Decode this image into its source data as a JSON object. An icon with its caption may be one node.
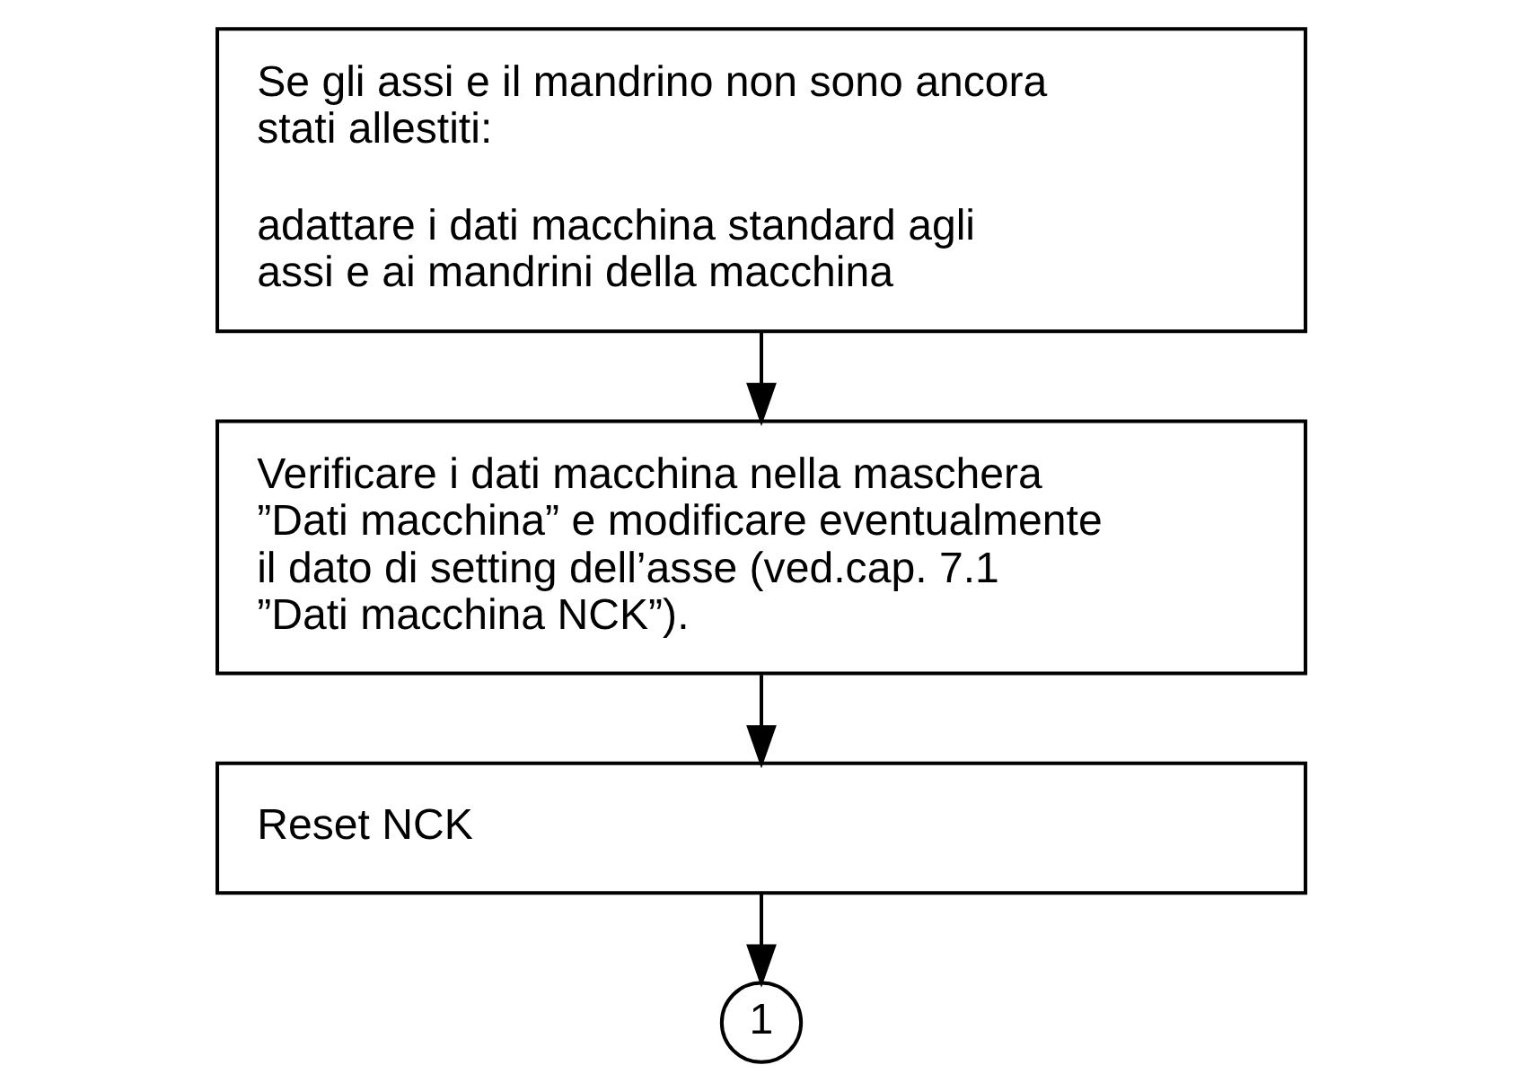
{
  "diagram": {
    "nodes": [
      {
        "text": [
          "Se gli assi e il mandrino non sono ancora stati allestiti:",
          "adattare i dati macchina standard agli assi e ai mandrini della macchina"
        ]
      },
      {
        "text": [
          "Verificare i dati macchina nella maschera ”Dati macchina” e modificare eventualmente il dato di setting dell’asse (ved.cap. 7.1 ”Dati macchina NCK”)."
        ]
      },
      {
        "text": [
          "Reset NCK"
        ]
      },
      {
        "text": [
          "1"
        ]
      }
    ],
    "edges": [
      {
        "from": 0,
        "to": 1,
        "arrow": "to"
      },
      {
        "from": 1,
        "to": 2,
        "arrow": "to"
      },
      {
        "from": 2,
        "to": 3,
        "arrow": "to"
      }
    ]
  }
}
